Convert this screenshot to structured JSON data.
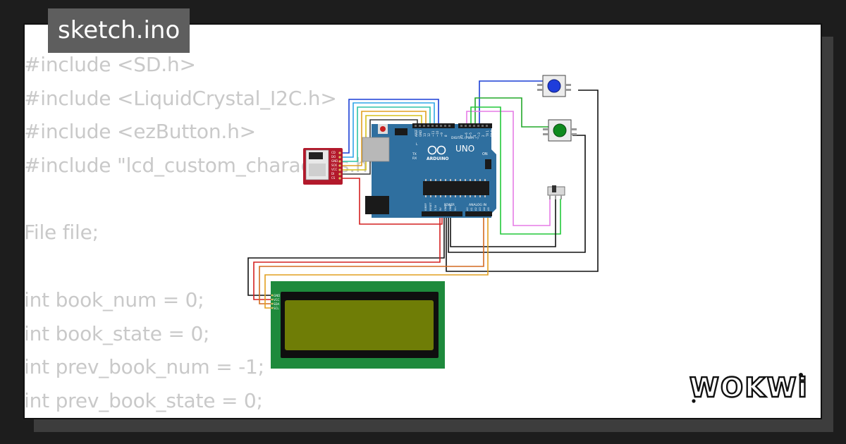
{
  "header": {
    "file_name": "sketch.ino"
  },
  "code": {
    "lines": [
      "#include <SD.h>",
      "#include <LiquidCrystal_I2C.h>",
      "#include <ezButton.h>",
      "#include \"lcd_custom_characters.h\"",
      "",
      "File file;",
      "",
      "int book_num = 0;",
      "int book_state = 0;",
      "int prev_book_num = -1;",
      "int prev_book_state = 0;"
    ]
  },
  "brand": {
    "logo_text": "WOKWi"
  },
  "arduino": {
    "model": "UNO",
    "brand": "ARDUINO",
    "digital_label": "DIGITAL (PWM ~)",
    "analog_label": "ANALOG IN",
    "power_label": "POWER",
    "on_label": "ON",
    "tx_label": "TX",
    "rx_label": "RX",
    "l_label": "L",
    "top_pins": [
      "AREF",
      "GND",
      "13",
      "12",
      "~11",
      "~10",
      "~9",
      "8",
      "7",
      "~6",
      "~5",
      "4",
      "~3",
      "2",
      "TX 1",
      "RX 0"
    ],
    "power_pins": [
      "IOREF",
      "RESET",
      "3.3V",
      "5V",
      "GND",
      "GND",
      "Vin"
    ],
    "analog_pins": [
      "A0",
      "A1",
      "A2",
      "A3",
      "A4",
      "A5"
    ]
  },
  "sd_module": {
    "pins": [
      "CD",
      "DO",
      "GND",
      "SCK",
      "VCC",
      "DI",
      "CS"
    ]
  },
  "lcd": {
    "pins": [
      "GND",
      "VCC",
      "SDA",
      "SCL"
    ]
  },
  "colors": {
    "board": "#2f6f9f",
    "sd_module": "#b3192b",
    "lcd_frame": "#1e8a3c",
    "lcd_screen": "#6f7d06",
    "button_blue": "#1e3ddb",
    "button_green": "#0f8a1e",
    "code_text": "#c9c9c9",
    "tab_bg": "#5e5e5e"
  }
}
